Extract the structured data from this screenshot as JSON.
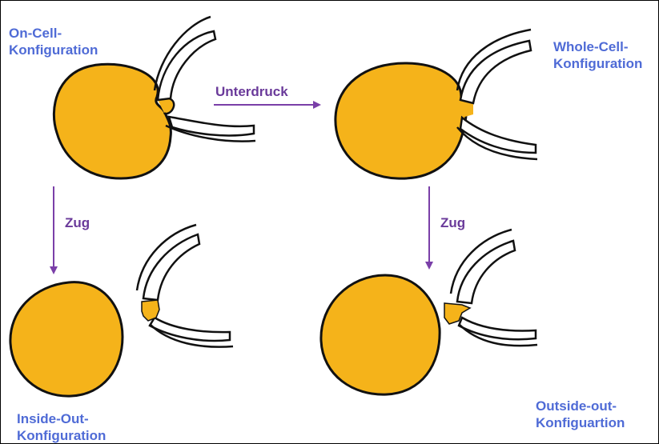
{
  "labels": {
    "on_cell": {
      "line1": "On-Cell-",
      "line2": "Konfiguration"
    },
    "whole_cell": {
      "line1": "Whole-Cell-",
      "line2": "Konfiguration"
    },
    "inside_out": {
      "line1": "Inside-Out-",
      "line2": "Konfiguration"
    },
    "outside_out": {
      "line1": "Outside-out-",
      "line2": "Konfiguartion"
    }
  },
  "arrows": {
    "suction": "Unterdruck",
    "pull_left": "Zug",
    "pull_right": "Zug"
  },
  "colors": {
    "cell_fill": "#f5b31a",
    "outline": "#111111",
    "arrow": "#7a3fa8",
    "label_text": "#4f6bd6"
  }
}
